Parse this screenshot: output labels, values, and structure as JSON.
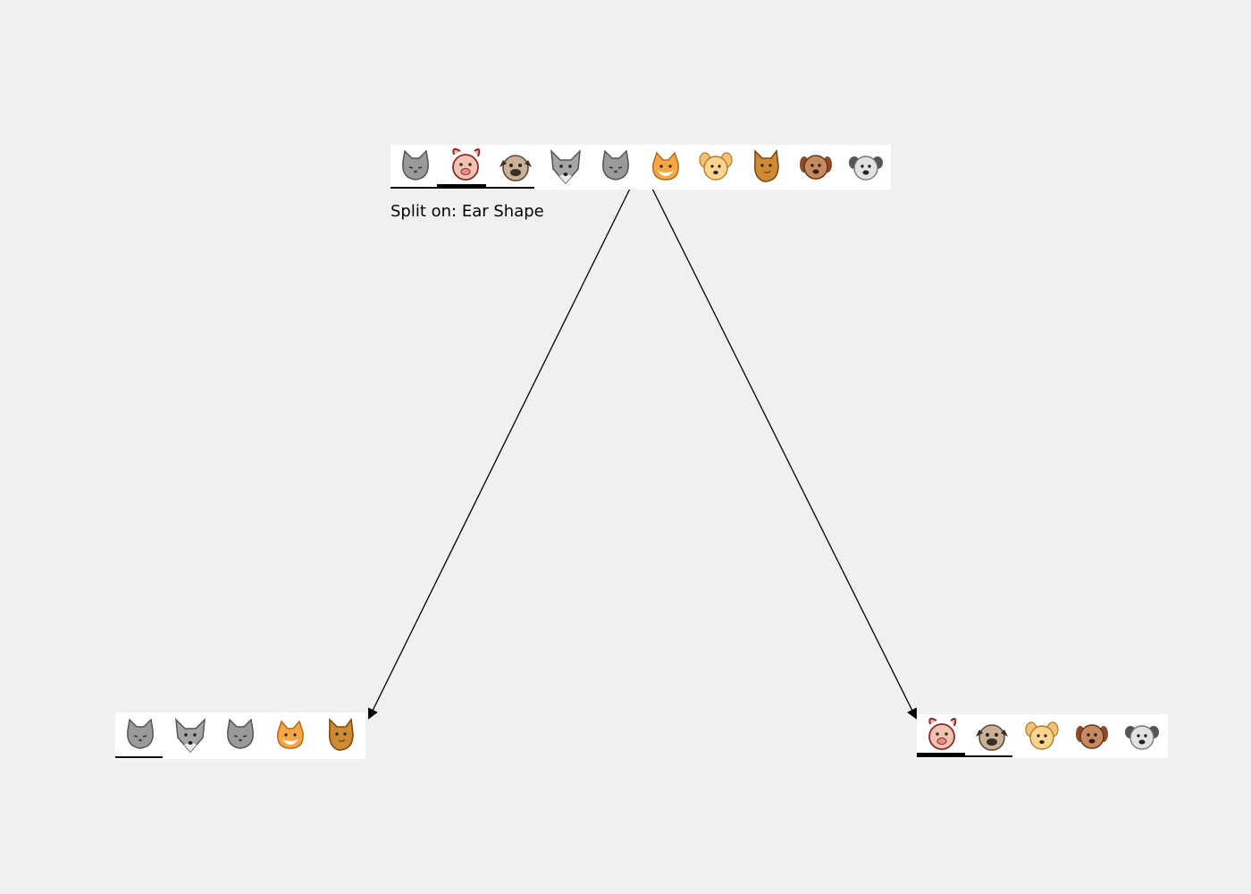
{
  "split_label": "Split on: Ear Shape",
  "nodes": {
    "root": {
      "animals": [
        "grey-cat-icon",
        "pink-pig-dog-icon",
        "pug-dog-icon",
        "grey-wolf-icon",
        "grey-cat-icon",
        "orange-cat-icon",
        "golden-dog-icon",
        "brown-cat-icon",
        "brown-dog-icon",
        "white-grey-dog-icon"
      ]
    },
    "left": {
      "animals": [
        "grey-cat-icon",
        "grey-wolf-icon",
        "grey-cat-icon",
        "orange-cat-icon",
        "brown-cat-icon"
      ]
    },
    "right": {
      "animals": [
        "pink-pig-dog-icon",
        "pug-dog-icon",
        "golden-dog-icon",
        "brown-dog-icon",
        "white-grey-dog-icon"
      ]
    }
  },
  "edges": [
    {
      "from": "root",
      "to": "left"
    },
    {
      "from": "root",
      "to": "right"
    }
  ],
  "colors": {
    "background": "#f0f0f0",
    "node_fill": "#ffffff",
    "edge": "#000000"
  }
}
